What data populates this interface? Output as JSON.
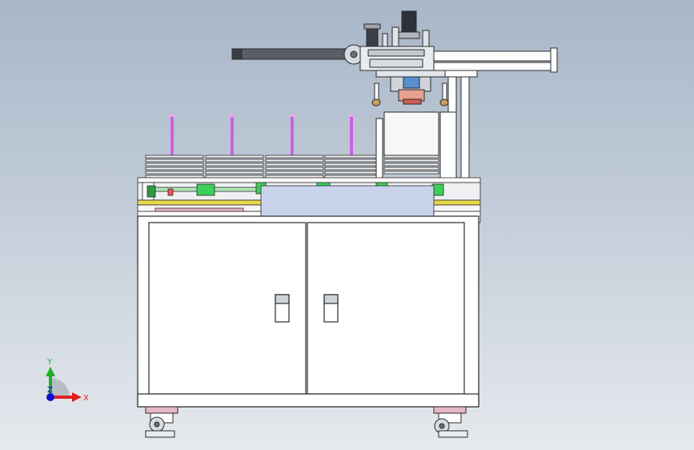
{
  "triad": {
    "y_label": "Y",
    "x_label": "X",
    "z_label": "Z",
    "colors": {
      "x": "#e02020",
      "y": "#20b020",
      "z": "#1010d0"
    }
  },
  "colors": {
    "background_top": "#a8b6c8",
    "background_bottom": "#e6e9ee",
    "frame": "#ffffff",
    "outline": "#2a2a2a",
    "highlight_green": "#3ccf5a",
    "highlight_magenta": "#d060e0",
    "panel_blue": "#c9d3ec",
    "yellow_strip": "#e8d84a",
    "pink_base": "#e6b8c4"
  }
}
